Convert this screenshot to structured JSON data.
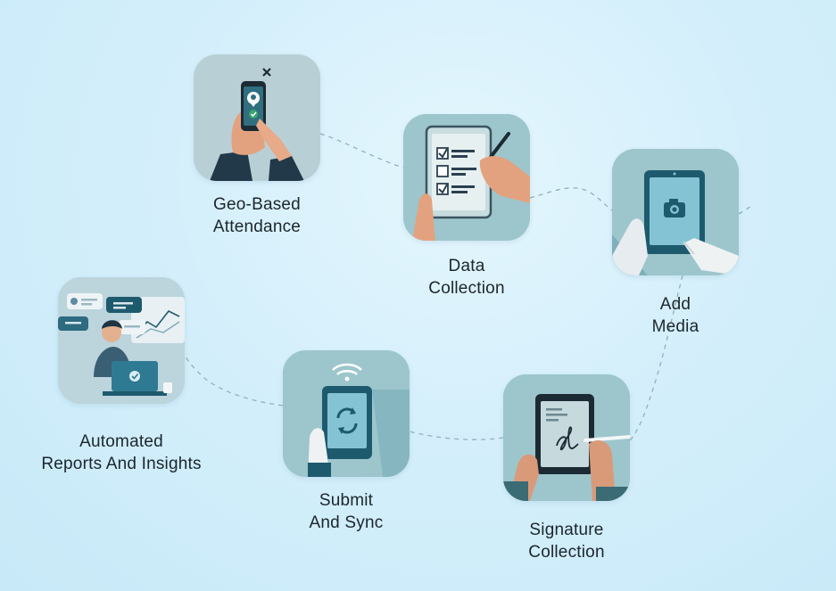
{
  "colors": {
    "background": "#d4effb",
    "tile": "#93c1c9",
    "tile_alt": "#b9cfd6",
    "device": "#1e5a6e",
    "connector": "#8fb1bc"
  },
  "steps": [
    {
      "id": "geo",
      "icon": "geo-attendance-icon",
      "label_lines": [
        "Geo-Based",
        "Attendance"
      ]
    },
    {
      "id": "data",
      "icon": "checklist-tablet-icon",
      "label_lines": [
        "Data",
        "Collection"
      ]
    },
    {
      "id": "media",
      "icon": "camera-tablet-icon",
      "label_lines": [
        "Add",
        "Media"
      ]
    },
    {
      "id": "reports",
      "icon": "reports-analytics-icon",
      "label_lines": [
        "Automated",
        "Reports And Insights"
      ]
    },
    {
      "id": "submit",
      "icon": "sync-phone-icon",
      "label_lines": [
        "Submit",
        "And Sync"
      ]
    },
    {
      "id": "signature",
      "icon": "signature-tablet-icon",
      "label_lines": [
        "Signature",
        "Collection"
      ]
    }
  ]
}
